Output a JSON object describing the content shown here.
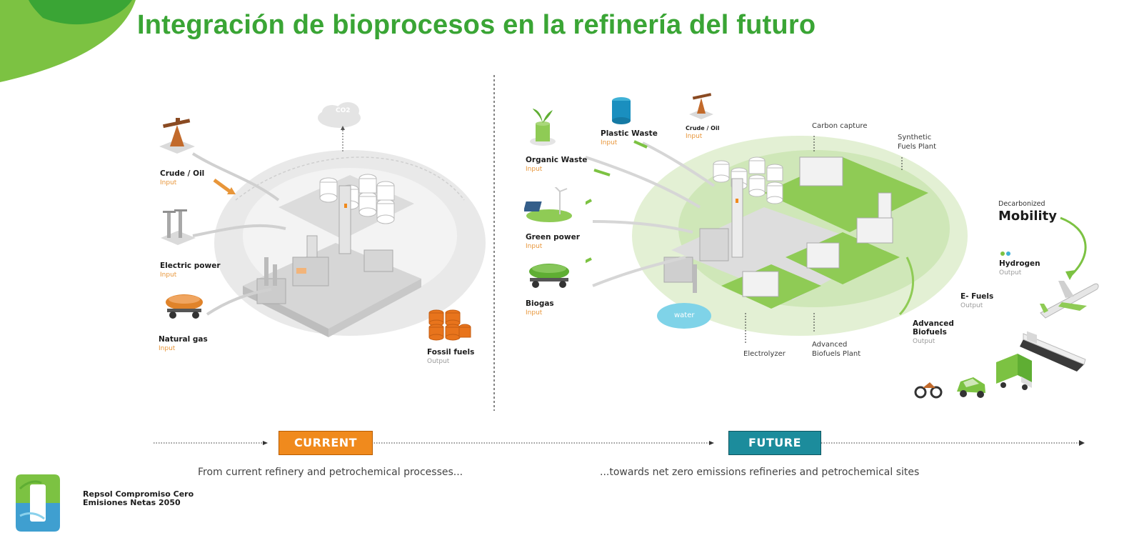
{
  "slide": {
    "title": "Integración de bioprocesos en la refinería del futuro"
  },
  "current": {
    "inputs": [
      {
        "label": "Crude / Oil",
        "sub": "Input"
      },
      {
        "label": "Electric power",
        "sub": "Input"
      },
      {
        "label": "Natural gas",
        "sub": "Input"
      }
    ],
    "cloud_label": "CO2",
    "output": {
      "label": "Fossil fuels",
      "sub": "Output"
    }
  },
  "future": {
    "inputs": [
      {
        "label": "Organic Waste",
        "sub": "Input"
      },
      {
        "label": "Plastic Waste",
        "sub": "Input"
      },
      {
        "label": "Crude / Oil",
        "sub": "Input"
      },
      {
        "label": "Green power",
        "sub": "Input"
      },
      {
        "label": "Biogas",
        "sub": "Input"
      }
    ],
    "plants": {
      "carbon_capture": "Carbon capture",
      "synthetic_fuels": "Synthetic Fuels Plant",
      "electrolyzer": "Electrolyzer",
      "advanced_biofuels_plant": "Advanced Biofuels Plant",
      "water": "water"
    },
    "mobility_small": "Decarbonized",
    "mobility_big": "Mobility",
    "outputs": [
      {
        "label": "Hydrogen",
        "sub": "Output"
      },
      {
        "label": "E- Fuels",
        "sub": "Output"
      },
      {
        "label": "Advanced Biofuels",
        "sub": "Output"
      }
    ]
  },
  "timeline": {
    "current_label": "CURRENT",
    "future_label": "FUTURE",
    "current_caption": "From current refinery and petrochemical processes...",
    "future_caption": "...towards net zero emissions refineries and petrochemical sites"
  },
  "brand": {
    "text": "Repsol Compromiso Cero Emisiones Netas 2050"
  },
  "colors": {
    "title_green": "#3aa535",
    "current_orange": "#f08a1d",
    "future_teal": "#1c8c9c",
    "accent_green": "#7cc242",
    "input_orange": "#e8963a"
  }
}
